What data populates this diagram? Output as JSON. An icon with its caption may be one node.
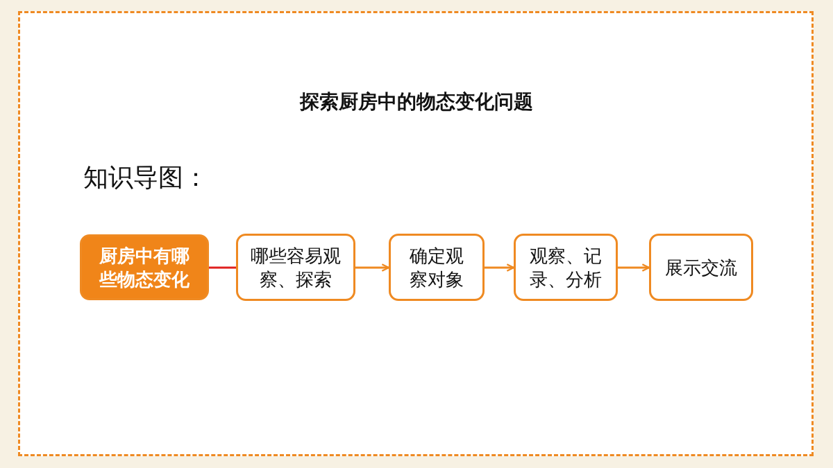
{
  "diagram": {
    "title": "探索厨房中的物态变化问题",
    "nodes": [
      {
        "text": [
          "厨房中有哪些物态变化"
        ]
      },
      {
        "text": [
          "哪些容易观察、探索"
        ]
      },
      {
        "text": [
          "确定观察对象"
        ]
      },
      {
        "text": [
          "观察、记录、分析"
        ]
      },
      {
        "text": [
          "展示交流"
        ]
      }
    ],
    "edges": [
      {
        "from": 0,
        "to": 1,
        "arrow": "none",
        "color": "#e0201f"
      },
      {
        "from": 1,
        "to": 2,
        "arrow": "to"
      },
      {
        "from": 2,
        "to": 3,
        "arrow": "to"
      },
      {
        "from": 3,
        "to": 4,
        "arrow": "to"
      }
    ],
    "labels": [
      "知识导图："
    ]
  }
}
